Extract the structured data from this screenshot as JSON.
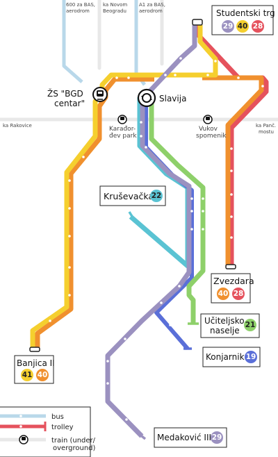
{
  "background_lines": {
    "color": "#e8e8e8",
    "labels": {
      "bas_600": [
        "600 za BAS,",
        "aerodrom"
      ],
      "novom_beogradu": [
        "ka Novom",
        "Beogradu"
      ],
      "a1_bas": [
        "A1 za BAS,",
        "aerodrom"
      ],
      "rakovice": "ka Rakovice",
      "pancevackom_mostu": [
        "ka Panč.",
        "mostu"
      ]
    }
  },
  "routes": {
    "29": {
      "color": "#9b91c0",
      "text_color": "#ffffff"
    },
    "40": {
      "color": "#f0902e",
      "text_color": "#ffffff"
    },
    "41": {
      "color": "#f5cf2e",
      "text_color": "#222222"
    },
    "28": {
      "color": "#e5525d",
      "text_color": "#ffffff"
    },
    "22": {
      "color": "#5ac3d3",
      "text_color": "#222222"
    },
    "21": {
      "color": "#8ed06a",
      "text_color": "#222222"
    },
    "19": {
      "color": "#5a6fd8",
      "text_color": "#ffffff"
    },
    "bus_light": {
      "color": "#b9d8ea"
    }
  },
  "stations": {
    "studentski_trg": {
      "name": "Studentski trg",
      "routes": [
        "29",
        "40",
        "28"
      ]
    },
    "zs_bgd": {
      "name": [
        "ŽS \"BGD",
        "centar\""
      ]
    },
    "slavija": {
      "name": "Slavija"
    },
    "karadjordjev_park": {
      "name": [
        "Karađor-",
        "đev park"
      ]
    },
    "vukov_spomenik": {
      "name": [
        "Vukov",
        "spomenik"
      ]
    },
    "krusevacka": {
      "name": "Kruševačka",
      "routes": [
        "22"
      ]
    },
    "zvezdara": {
      "name": "Zvezdara",
      "routes": [
        "40",
        "28"
      ]
    },
    "uciteljsko": {
      "name": [
        "Učiteljsko",
        "naselje"
      ],
      "routes": [
        "21"
      ]
    },
    "konjarnik": {
      "name": "Konjarnik",
      "routes": [
        "19"
      ]
    },
    "banjica": {
      "name": "Banjica II",
      "routes": [
        "41",
        "40"
      ]
    },
    "medakovic": {
      "name": "Medaković III",
      "routes": [
        "29"
      ]
    }
  },
  "legend": {
    "bus": "bus",
    "trolley": "trolley",
    "train": [
      "train (under/",
      "overground)"
    ]
  },
  "icons": {
    "train_icon": "train-icon",
    "roundabout_icon": "roundabout-icon"
  }
}
